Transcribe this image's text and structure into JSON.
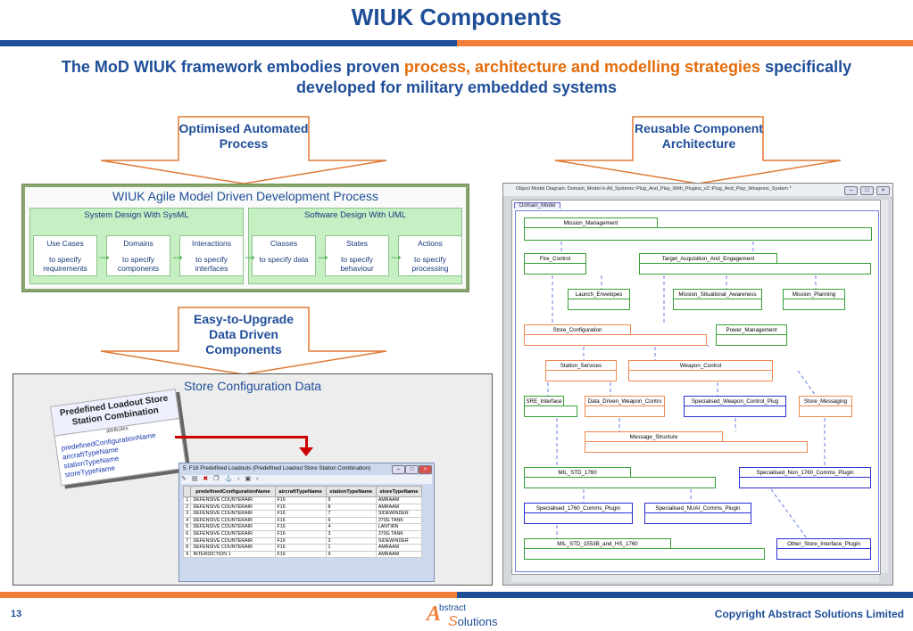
{
  "slide": {
    "title": "WIUK Components",
    "subtitle_part1": "The MoD WIUK framework embodies proven ",
    "subtitle_highlight": "process, architecture and modelling strategies",
    "subtitle_part2": " specifically developed for military embedded systems",
    "page_number": "13",
    "copyright": "Copyright Abstract Solutions Limited",
    "logo_line1": "bstract",
    "logo_line2": "olutions",
    "logo_letter": "A",
    "colors": {
      "blue": "#1f4e99",
      "orange": "#f07f3c",
      "green": "#3aa53a"
    }
  },
  "arrows": {
    "left": "Optimised Automated Process",
    "right": "Reusable Component Architecture",
    "middle": "Easy-to-Upgrade Data Driven Components"
  },
  "process": {
    "title": "WIUK Agile Model Driven Development Process",
    "groups": [
      {
        "title": "System Design With SysML"
      },
      {
        "title": "Software Design With UML"
      }
    ],
    "steps": [
      {
        "name": "Use Cases",
        "desc": "to specify requirements"
      },
      {
        "name": "Domains",
        "desc": "to specify components"
      },
      {
        "name": "Interactions",
        "desc": "to specify interfaces"
      },
      {
        "name": "Classes",
        "desc": "to specify data"
      },
      {
        "name": "States",
        "desc": "to specify behaviour"
      },
      {
        "name": "Actions",
        "desc": "to specify processing"
      }
    ]
  },
  "store": {
    "title": "Store Configuration Data",
    "card": {
      "title": "Predefined Loadout Store Station Combination",
      "attributes_label": "attributes",
      "attributes": [
        "predefinedConfigurationName",
        "aircraftTypeName",
        "stationTypeName",
        "storeTypeName"
      ]
    },
    "window": {
      "title": "5: F16 Predefined Loadouts (Predefined Loadout Store Station Combination)",
      "columns": [
        "",
        "predefinedConfigurationName",
        "aircraftTypeName",
        "stationTypeName",
        "storeTypeName"
      ],
      "rows": [
        [
          "1",
          "DEFENSIVE COUNTERAIR",
          "F16",
          "9",
          "AMRAAM"
        ],
        [
          "2",
          "DEFENSIVE COUNTERAIR",
          "F16",
          "8",
          "AMRAAM"
        ],
        [
          "3",
          "DEFENSIVE COUNTERAIR",
          "F16",
          "7",
          "SIDEWINDER"
        ],
        [
          "4",
          "DEFENSIVE COUNTERAIR",
          "F16",
          "6",
          "370G TANK"
        ],
        [
          "5",
          "DEFENSIVE COUNTERAIR",
          "F16",
          "4",
          "LANTIRN"
        ],
        [
          "6",
          "DEFENSIVE COUNTERAIR",
          "F16",
          "3",
          "370G TANK"
        ],
        [
          "7",
          "DEFENSIVE COUNTERAIR",
          "F16",
          "2",
          "SIDEWINDER"
        ],
        [
          "8",
          "DEFENSIVE COUNTERAIR",
          "F16",
          "1",
          "AMRAAM"
        ],
        [
          "9",
          "INTERDICTION 1",
          "F16",
          "9",
          "AMRAAM"
        ]
      ]
    }
  },
  "diagram": {
    "window_title": "Object Model Diagram: Domain_Model in All_Systems::Plug_And_Play_With_Plugins_v2::Plug_And_Play_Weapons_System *",
    "tab": "Domain_Model",
    "classes": [
      {
        "id": "mission-management",
        "name": "Mission_Management",
        "color": "green"
      },
      {
        "id": "fire-control",
        "name": "Fire_Control",
        "color": "green"
      },
      {
        "id": "target-acquisition",
        "name": "Target_Acquisition_And_Engagement",
        "color": "green"
      },
      {
        "id": "launch-envelopes",
        "name": "Launch_Envelopes",
        "color": "green"
      },
      {
        "id": "mission-situational-awareness",
        "name": "Mission_Situational_Awareness",
        "color": "green"
      },
      {
        "id": "mission-planning",
        "name": "Mission_Planning",
        "color": "green"
      },
      {
        "id": "store-configuration",
        "name": "Store_Configuration",
        "color": "orange"
      },
      {
        "id": "power-management",
        "name": "Power_Management",
        "color": "green"
      },
      {
        "id": "station-services",
        "name": "Station_Services",
        "color": "orange"
      },
      {
        "id": "weapon-control",
        "name": "Weapon_Control",
        "color": "orange"
      },
      {
        "id": "sre-interface",
        "name": "SRE_Interface",
        "color": "green"
      },
      {
        "id": "data-driven-weapon-control",
        "name": "Data_Driven_Weapon_Contro",
        "color": "orange"
      },
      {
        "id": "specialised-weapon-control",
        "name": "Specialised_Weapon_Control_Plug",
        "color": "blue"
      },
      {
        "id": "store-messaging",
        "name": "Store_Messaging",
        "color": "orange"
      },
      {
        "id": "message-structure",
        "name": "Message_Structure",
        "color": "orange"
      },
      {
        "id": "mil-std-1760",
        "name": "MIL_STD_1760",
        "color": "green"
      },
      {
        "id": "specialised-non-1760",
        "name": "Specialised_Non_1760_Comms_Plugin",
        "color": "blue"
      },
      {
        "id": "specialised-1760",
        "name": "Specialised_1760_Comms_Plugin",
        "color": "blue"
      },
      {
        "id": "specialised-nuai",
        "name": "Specialised_NUAI_Comms_Plugin",
        "color": "blue"
      },
      {
        "id": "mil-std-1553b",
        "name": "MIL_STD_1553B_and_HS_1760",
        "color": "green"
      },
      {
        "id": "other-store-interface",
        "name": "Other_Store_Interface_Plugin",
        "color": "blue"
      }
    ]
  }
}
